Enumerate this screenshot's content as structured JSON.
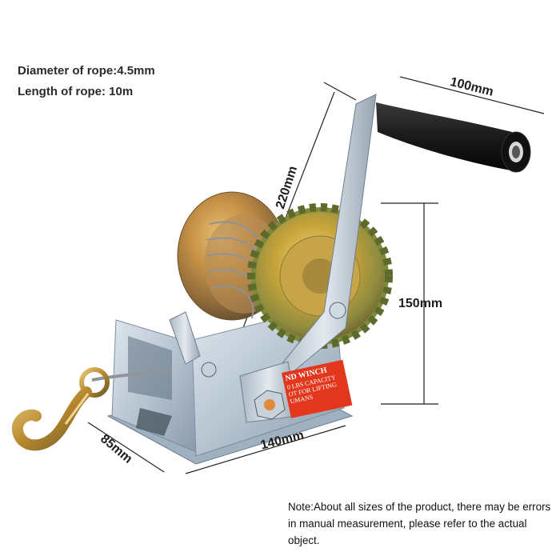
{
  "specs": {
    "rope_diameter": "Diameter of rope:4.5mm",
    "rope_length": "Length of rope: 10m"
  },
  "dimensions": {
    "width": "100mm",
    "height_total": "220mm",
    "height_gear": "150mm",
    "length": "140mm",
    "depth": "85mm"
  },
  "decal": {
    "title": "ND WINCH",
    "line1": "0 LBS CAPACITY",
    "line2": "OT FOR LIFTING",
    "line3": "UMANS"
  },
  "note": "Note:About all sizes of the product, there may be errors in manual measurement, please refer to the actual object.",
  "colors": {
    "background": "#ffffff",
    "zinc_plate": "#b9c6d2",
    "gear_gold": "#c9a53a",
    "handle_black": "#1c1c1c",
    "decal_red": "#e2371d",
    "hook_gold": "#b8882e",
    "rope_steel": "#9a9fa4"
  }
}
